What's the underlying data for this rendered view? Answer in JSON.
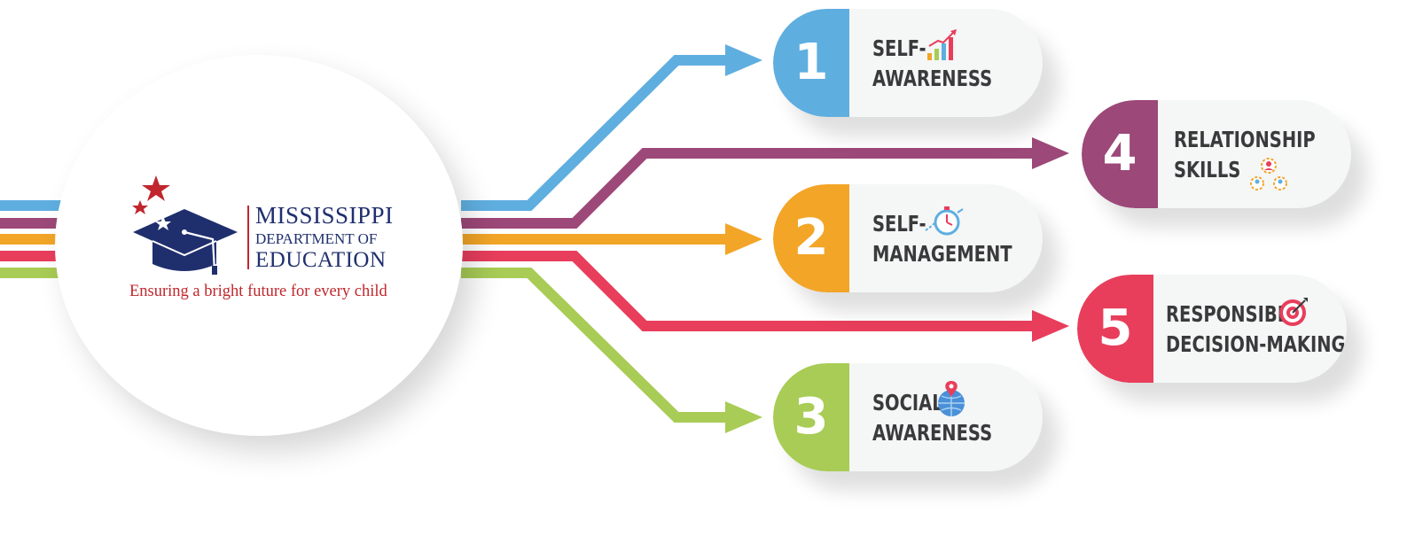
{
  "logo": {
    "line1": "MISSISSIPPI",
    "line2": "DEPARTMENT OF",
    "line3": "EDUCATION",
    "tagline": "Ensuring a bright future for every child",
    "colors": {
      "navy": "#1f2f6e",
      "red": "#c0272d"
    }
  },
  "competencies": [
    {
      "number": "1",
      "line1": "SELF-",
      "line2": "AWARENESS",
      "color": "#5faee0",
      "icon": "bar-chart-icon"
    },
    {
      "number": "2",
      "line1": "SELF-",
      "line2": "MANAGEMENT",
      "color": "#f2a527",
      "icon": "stopwatch-icon"
    },
    {
      "number": "3",
      "line1": "SOCIAL",
      "line2": "AWARENESS",
      "color": "#a8cc55",
      "icon": "globe-pin-icon"
    },
    {
      "number": "4",
      "line1": "RELATIONSHIP",
      "line2": "SKILLS",
      "color": "#9c4878",
      "icon": "people-network-icon"
    },
    {
      "number": "5",
      "line1": "RESPONSIBLE",
      "line2": "DECISION-MAKING",
      "color": "#e83e5c",
      "icon": "target-icon"
    }
  ]
}
